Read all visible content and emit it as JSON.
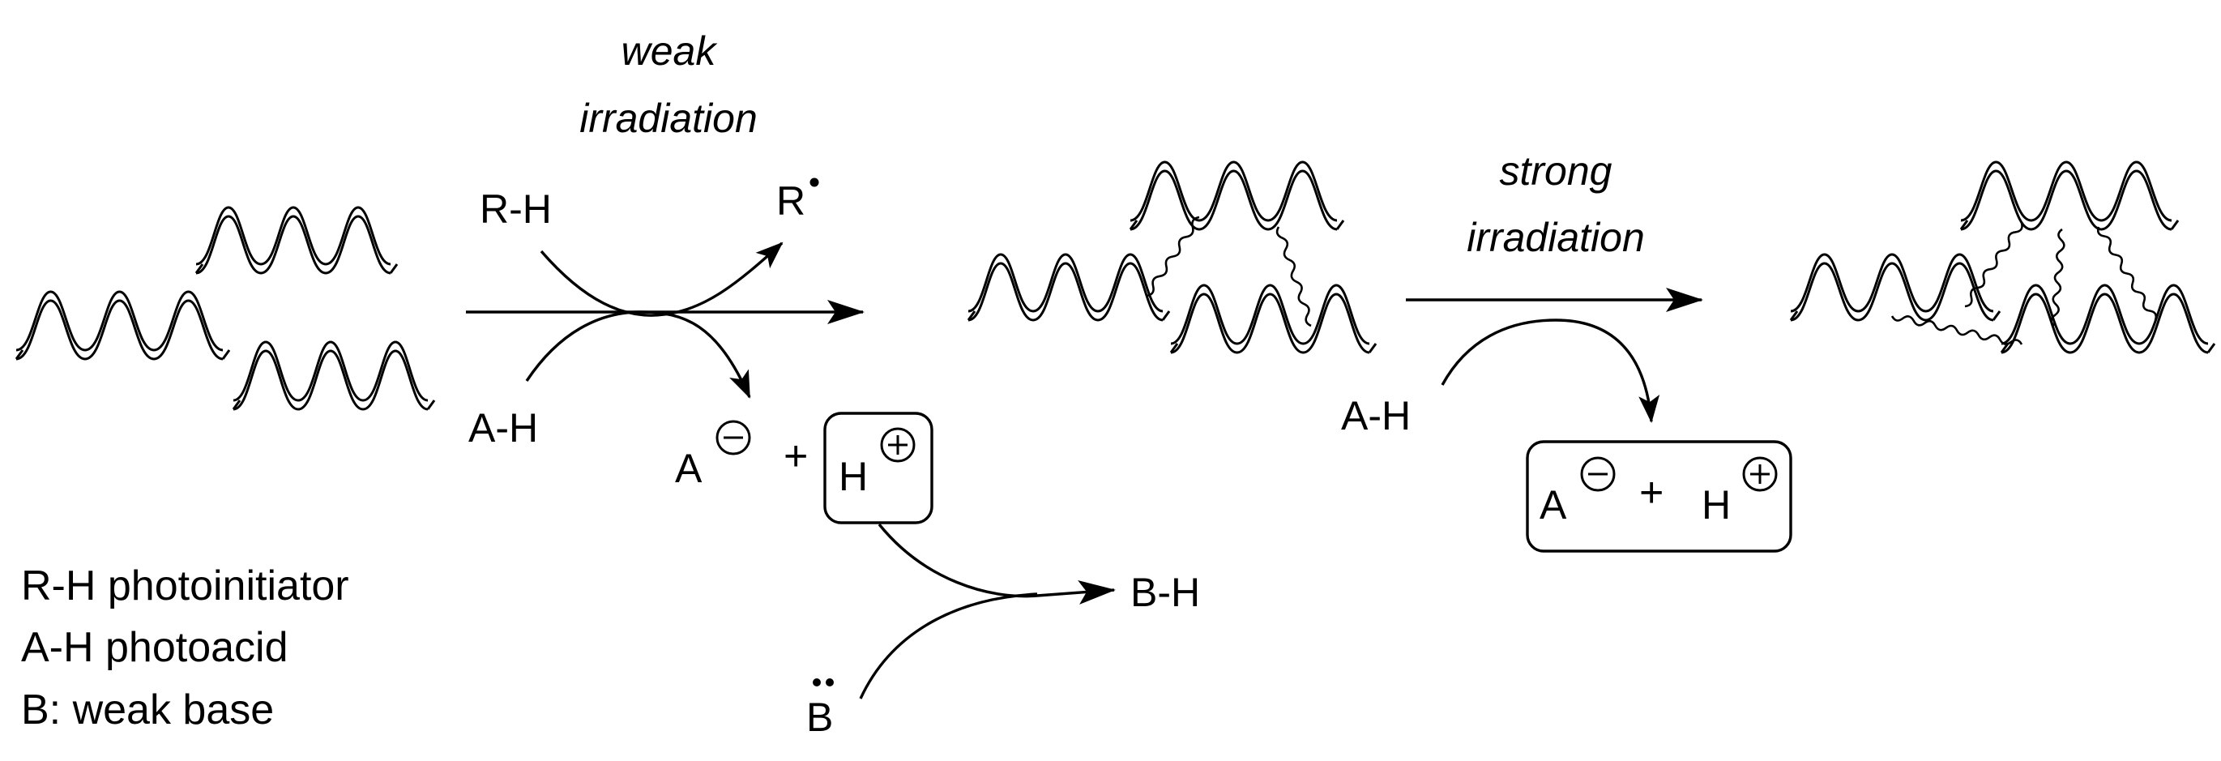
{
  "conditions": {
    "step1_line1": "weak",
    "step1_line2": "irradiation",
    "step2_line1": "strong",
    "step2_line2": "irradiation"
  },
  "species": {
    "rh": "R-H",
    "radical": "R",
    "ah_step1": "A-H",
    "ah_step2": "A-H",
    "anion_letter": "A",
    "proton_letter": "H",
    "plus_sign": "+",
    "bh": "B-H",
    "base_letter": "B"
  },
  "legend": {
    "line1": "R-H photoinitiator",
    "line2": "A-H photoacid",
    "line3": "B: weak base"
  },
  "stages": [
    "monomers",
    "lightly-crosslinked-network",
    "highly-crosslinked-network"
  ]
}
